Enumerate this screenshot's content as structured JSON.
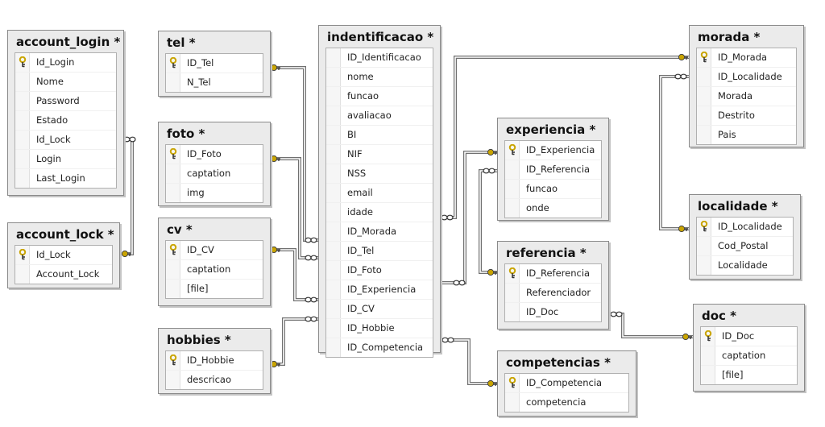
{
  "tables": [
    {
      "name": "account_login *",
      "columns": [
        {
          "name": "Id_Login",
          "pk": true
        },
        {
          "name": "Nome"
        },
        {
          "name": "Password"
        },
        {
          "name": "Estado"
        },
        {
          "name": "Id_Lock"
        },
        {
          "name": "Login"
        },
        {
          "name": "Last_Login"
        }
      ]
    },
    {
      "name": "account_lock *",
      "columns": [
        {
          "name": "Id_Lock",
          "pk": true
        },
        {
          "name": "Account_Lock"
        }
      ]
    },
    {
      "name": "tel *",
      "columns": [
        {
          "name": "ID_Tel",
          "pk": true
        },
        {
          "name": "N_Tel"
        }
      ]
    },
    {
      "name": "foto *",
      "columns": [
        {
          "name": "ID_Foto",
          "pk": true
        },
        {
          "name": "captation"
        },
        {
          "name": "img"
        }
      ]
    },
    {
      "name": "cv *",
      "columns": [
        {
          "name": "ID_CV",
          "pk": true
        },
        {
          "name": "captation"
        },
        {
          "name": "[file]"
        }
      ]
    },
    {
      "name": "hobbies *",
      "columns": [
        {
          "name": "ID_Hobbie",
          "pk": true
        },
        {
          "name": "descricao"
        }
      ]
    },
    {
      "name": "indentificacao *",
      "columns": [
        {
          "name": "ID_Identificacao"
        },
        {
          "name": "nome"
        },
        {
          "name": "funcao"
        },
        {
          "name": "avaliacao"
        },
        {
          "name": "BI"
        },
        {
          "name": "NIF"
        },
        {
          "name": "NSS"
        },
        {
          "name": "email"
        },
        {
          "name": "idade"
        },
        {
          "name": "ID_Morada"
        },
        {
          "name": "ID_Tel"
        },
        {
          "name": "ID_Foto"
        },
        {
          "name": "ID_Experiencia"
        },
        {
          "name": "ID_CV"
        },
        {
          "name": "ID_Hobbie"
        },
        {
          "name": "ID_Competencia"
        }
      ]
    },
    {
      "name": "experiencia *",
      "columns": [
        {
          "name": "ID_Experiencia",
          "pk": true
        },
        {
          "name": "ID_Referencia"
        },
        {
          "name": "funcao"
        },
        {
          "name": "onde"
        }
      ]
    },
    {
      "name": "referencia *",
      "columns": [
        {
          "name": "ID_Referencia",
          "pk": true
        },
        {
          "name": "Referenciador"
        },
        {
          "name": "ID_Doc"
        }
      ]
    },
    {
      "name": "competencias *",
      "columns": [
        {
          "name": "ID_Competencia",
          "pk": true
        },
        {
          "name": "competencia"
        }
      ]
    },
    {
      "name": "morada *",
      "columns": [
        {
          "name": "ID_Morada",
          "pk": true
        },
        {
          "name": "ID_Localidade"
        },
        {
          "name": "Morada"
        },
        {
          "name": "Destrito"
        },
        {
          "name": "Pais"
        }
      ]
    },
    {
      "name": "localidade *",
      "columns": [
        {
          "name": "ID_Localidade",
          "pk": true
        },
        {
          "name": "Cod_Postal"
        },
        {
          "name": "Localidade"
        }
      ]
    },
    {
      "name": "doc *",
      "columns": [
        {
          "name": "ID_Doc",
          "pk": true
        },
        {
          "name": "captation"
        },
        {
          "name": "[file]"
        }
      ]
    }
  ],
  "relationships": [
    {
      "many": "account_login *",
      "one": "account_lock *"
    },
    {
      "many": "indentificacao *",
      "one": "tel *"
    },
    {
      "many": "indentificacao *",
      "one": "foto *"
    },
    {
      "many": "indentificacao *",
      "one": "cv *"
    },
    {
      "many": "indentificacao *",
      "one": "hobbies *"
    },
    {
      "many": "indentificacao *",
      "one": "morada *"
    },
    {
      "many": "indentificacao *",
      "one": "experiencia *"
    },
    {
      "many": "indentificacao *",
      "one": "competencias *"
    },
    {
      "many": "experiencia *",
      "one": "referencia *"
    },
    {
      "many": "referencia *",
      "one": "doc *"
    },
    {
      "many": "morada *",
      "one": "localidade *"
    }
  ],
  "colors": {
    "table_bg": "#ebebeb",
    "border": "#8a8a8a",
    "key": "#c9a400",
    "line": "#707070"
  }
}
